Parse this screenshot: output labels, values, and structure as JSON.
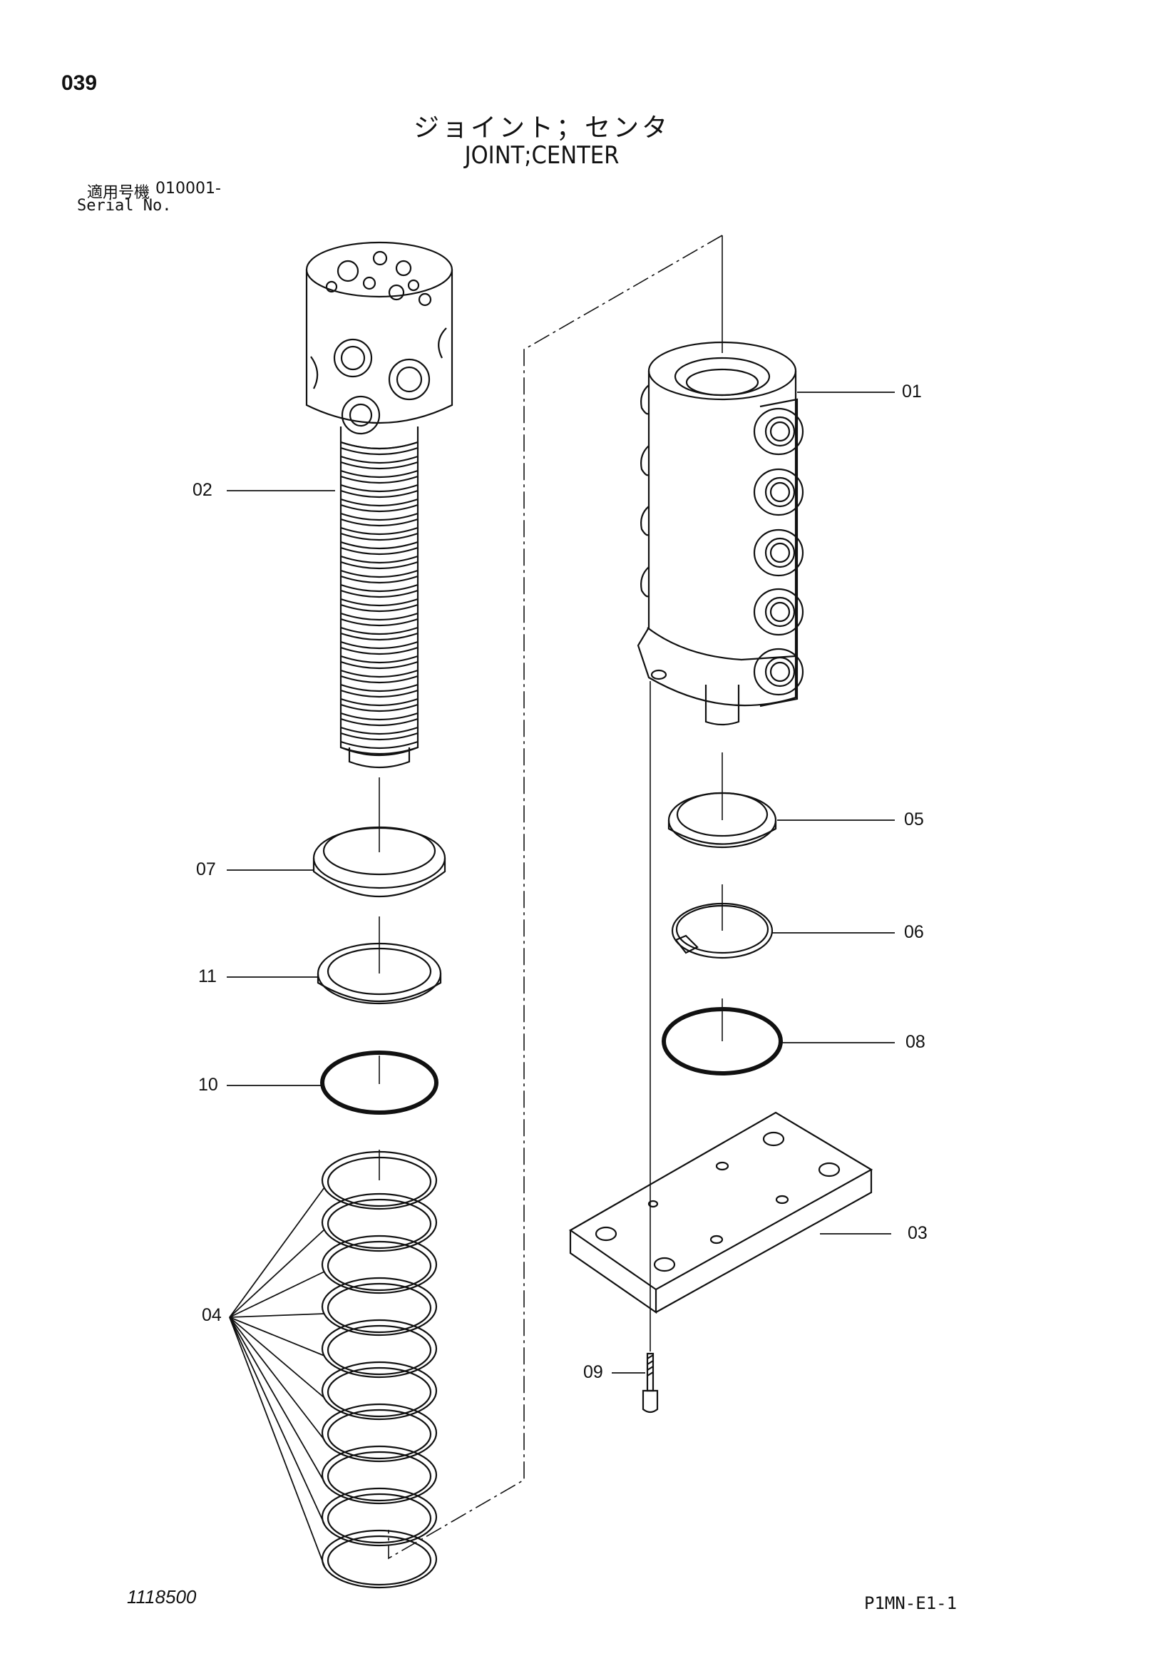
{
  "header": {
    "page_number": "039",
    "title_jp": "ジョイント；センタ",
    "title_en": "JOINT;CENTER",
    "serial_label_jp": "適用号機",
    "serial_from": "010001-",
    "serial_label_en": "Serial No."
  },
  "footer": {
    "drawing_number": "1118500",
    "sheet_code": "P1MN-E1-1"
  },
  "callouts": [
    {
      "id": "01",
      "label": "01"
    },
    {
      "id": "02",
      "label": "02"
    },
    {
      "id": "03",
      "label": "03"
    },
    {
      "id": "04",
      "label": "04"
    },
    {
      "id": "05",
      "label": "05"
    },
    {
      "id": "06",
      "label": "06"
    },
    {
      "id": "07",
      "label": "07"
    },
    {
      "id": "08",
      "label": "08"
    },
    {
      "id": "09",
      "label": "09"
    },
    {
      "id": "10",
      "label": "10"
    },
    {
      "id": "11",
      "label": "11"
    }
  ],
  "colors": {
    "ink": "#111111",
    "paper": "#ffffff"
  }
}
